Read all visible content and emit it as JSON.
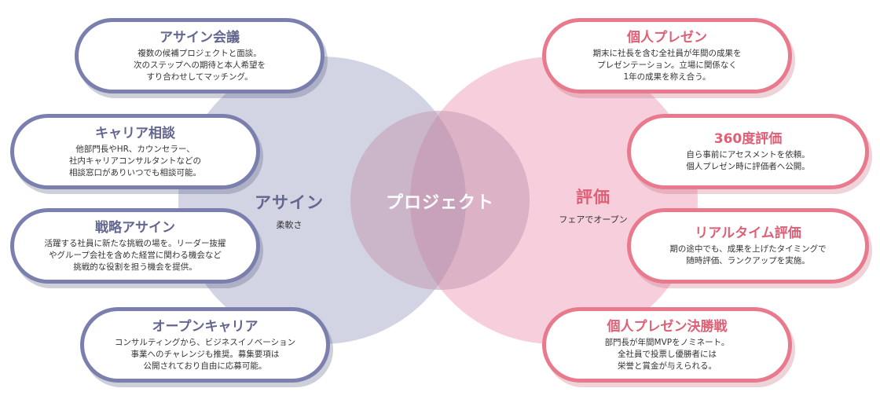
{
  "center_label": "プロジェクト",
  "left": {
    "title": "アサイン",
    "subtitle": "柔軟さ",
    "items": [
      {
        "title": "アサイン会議",
        "lines": [
          "複数の候補プロジェクトと面談。",
          "次のステップへの期待と本人希望を",
          "すり合わせしてマッチング。"
        ]
      },
      {
        "title": "キャリア相談",
        "lines": [
          "他部門長やHR、カウンセラー、",
          "社内キャリアコンサルタントなどの",
          "相談窓口がありいつでも相談可能。"
        ]
      },
      {
        "title": "戦略アサイン",
        "lines": [
          "活躍する社員に新たな挑戦の場を。リーダー抜擢",
          "やグループ会社を含めた経営に関わる機会など",
          "挑戦的な役割を担う機会を提供。"
        ]
      },
      {
        "title": "オープンキャリア",
        "lines": [
          "コンサルティングから、ビジネスイノベーション",
          "事業へのチャレンジも推奨。募集要項は",
          "公開されており自由に応募可能。"
        ]
      }
    ]
  },
  "right": {
    "title": "評価",
    "subtitle": "フェアでオープン",
    "items": [
      {
        "title": "個人プレゼン",
        "lines": [
          "期末に社長を含む全社員が年間の成果を",
          "プレゼンテーション。立場に関係なく",
          "1年の成果を称え合う。"
        ]
      },
      {
        "title": "360度評価",
        "lines": [
          "自ら事前にアセスメントを依頼。",
          "個人プレゼン時に評価者へ公開。"
        ]
      },
      {
        "title": "リアルタイム評価",
        "lines": [
          "期の途中でも、成果を上げたタイミングで",
          "随時評価、ランクアップを実施。"
        ]
      },
      {
        "title": "個人プレゼン決勝戦",
        "lines": [
          "部門長が年間MVPをノミネート。",
          "全社員で投票し優勝者には",
          "栄誉と賞金が与えられる。"
        ]
      }
    ]
  },
  "colors": {
    "assign_circle": "#d3d4e3",
    "eval_circle": "#f7cfdc",
    "center_circle": "#c59bb5",
    "assign_border": "#7b7fad",
    "eval_border": "#e97a8d",
    "assign_text": "#63678f",
    "eval_text": "#de6076"
  },
  "icons": []
}
